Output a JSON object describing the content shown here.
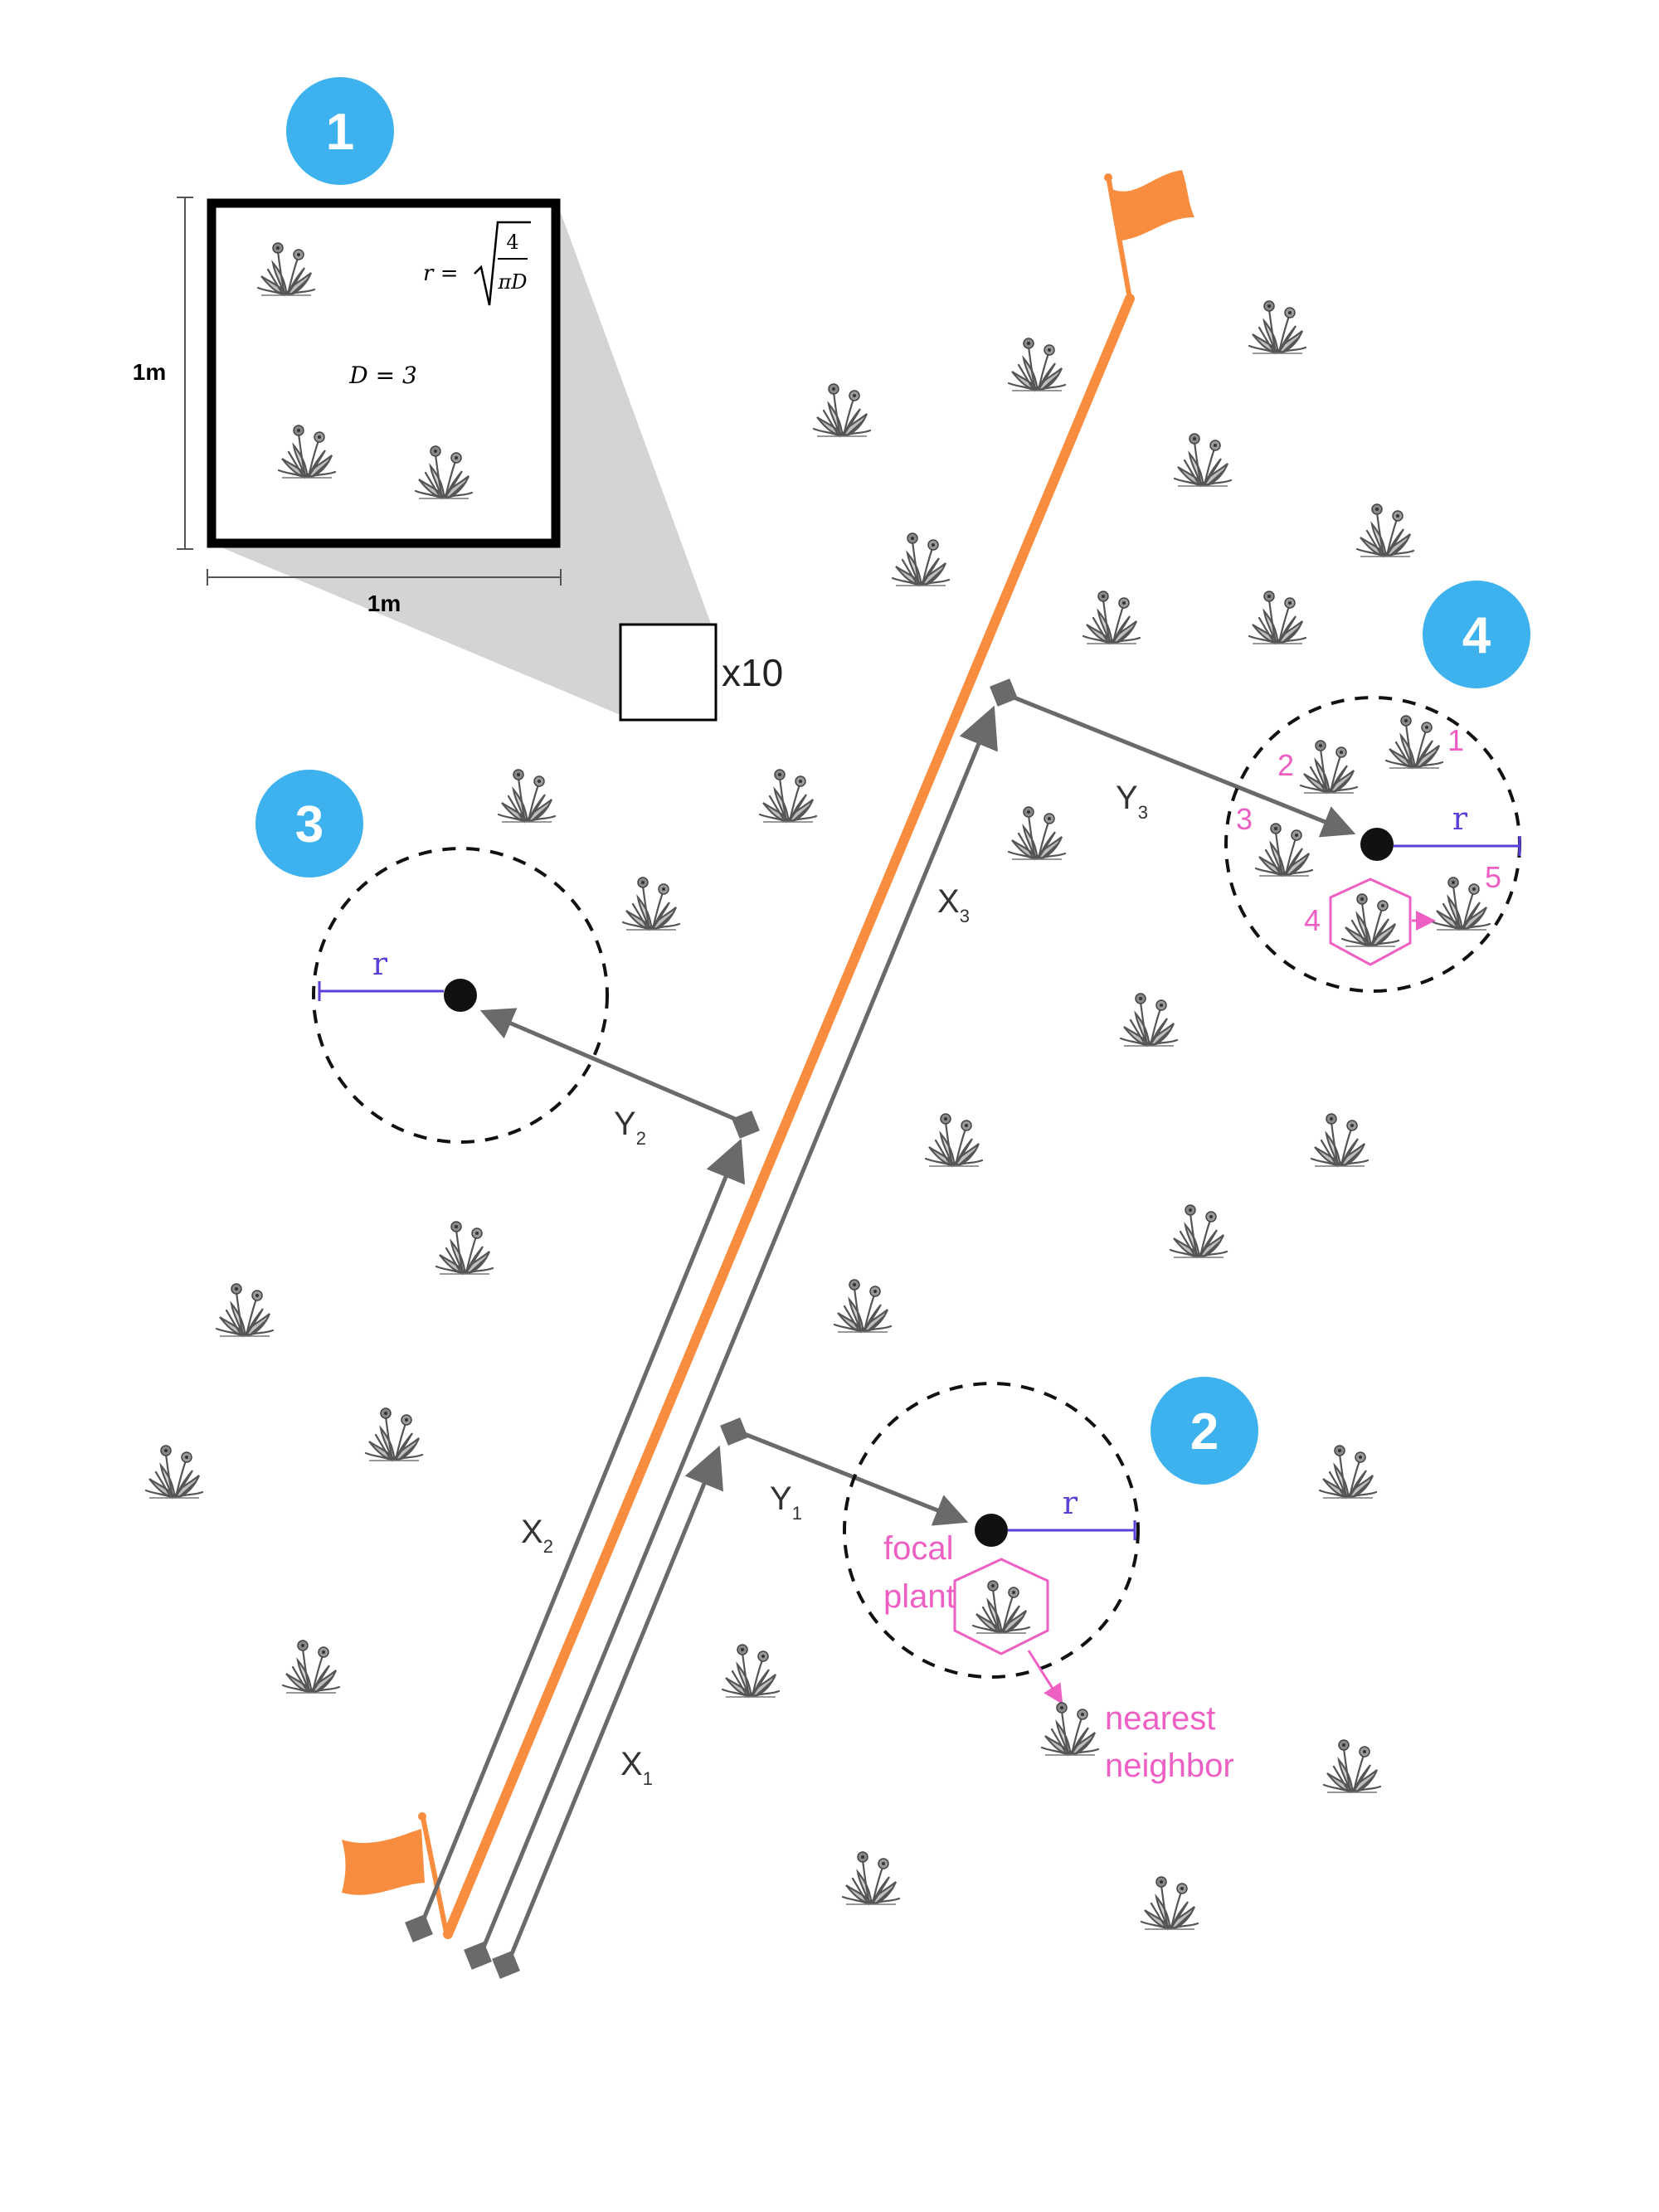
{
  "badges": [
    "1",
    "2",
    "3",
    "4"
  ],
  "quadrat": {
    "side_label_vertical": "1m",
    "side_label_horizontal": "1m",
    "density_equation": "D = 3",
    "radius_lhs": "r =",
    "radius_numerator": "4",
    "radius_denominator": "πD",
    "repeat_label": "x10"
  },
  "transect_labels": {
    "x1_main": "X",
    "x1_sub": "1",
    "x2_main": "X",
    "x2_sub": "2",
    "x3_main": "X",
    "x3_sub": "3",
    "y1_main": "Y",
    "y1_sub": "1",
    "y2_main": "Y",
    "y2_sub": "2",
    "y3_main": "Y",
    "y3_sub": "3"
  },
  "radius_label": "r",
  "annotations": {
    "focal_line1": "focal",
    "focal_line2": "plant",
    "neighbor_line1": "nearest",
    "neighbor_line2": "neighbor"
  },
  "neighbor_numbers": [
    "1",
    "2",
    "3",
    "4",
    "5"
  ],
  "colors": {
    "badge_blue": "#3eb1ef",
    "transect_orange": "#f98d3f",
    "measure_gray": "#6a6a6a",
    "radius_purple": "#5c3fd8",
    "annotation_pink": "#ee5fc4",
    "shade_gray": "#d4d4d4",
    "plant_gray": "#555555"
  },
  "icons": [
    "dandelion-plant-icon",
    "flag-icon",
    "stake-marker-icon",
    "arrow-head-icon",
    "hexagon-highlight-icon"
  ]
}
